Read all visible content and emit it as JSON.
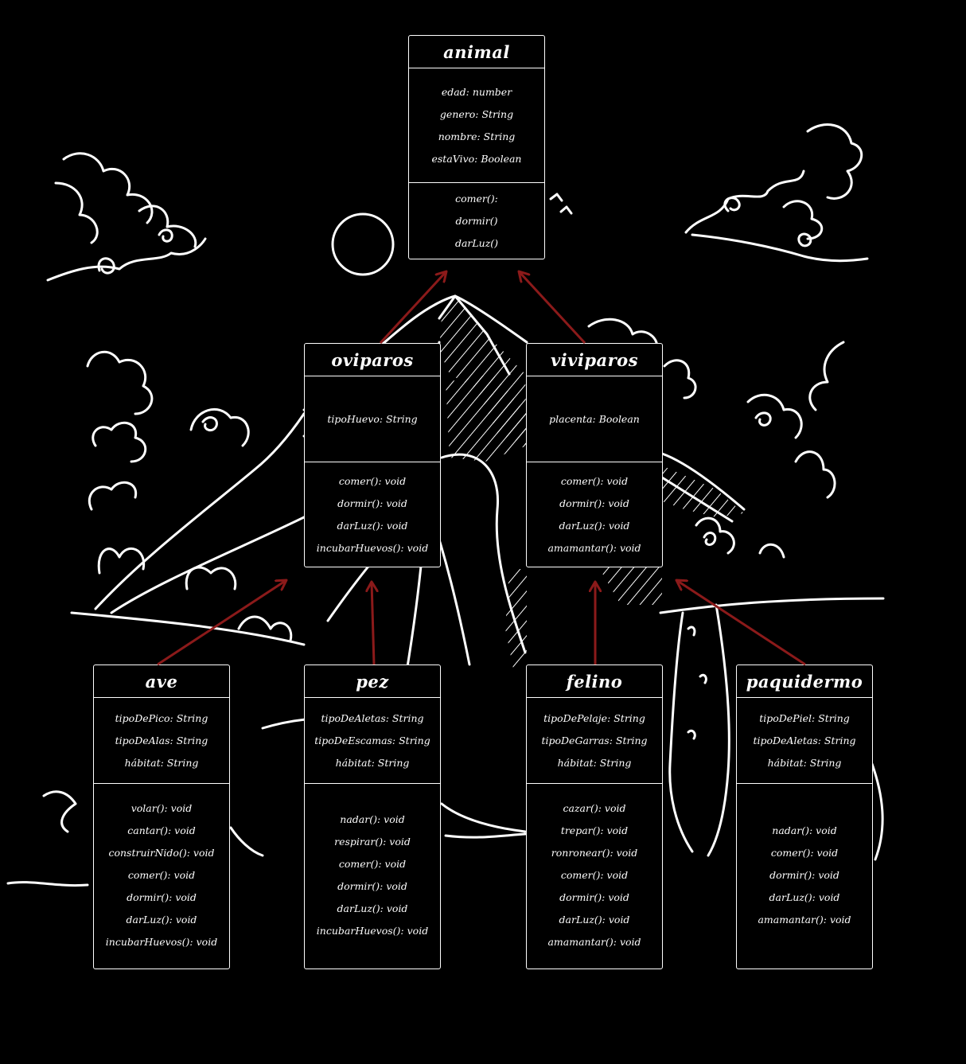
{
  "diagram": {
    "classes": {
      "animal": {
        "name": "animal",
        "attributes": [
          "edad: number",
          "genero: String",
          "nombre: String",
          "estaVivo: Boolean"
        ],
        "methods": [
          "comer():",
          "dormir()",
          "darLuz()"
        ]
      },
      "oviparos": {
        "name": "oviparos",
        "attributes": [
          "tipoHuevo: String"
        ],
        "methods": [
          "comer(): void",
          "dormir(): void",
          "darLuz(): void",
          "incubarHuevos(): void"
        ]
      },
      "viviparos": {
        "name": "viviparos",
        "attributes": [
          "placenta: Boolean"
        ],
        "methods": [
          "comer(): void",
          "dormir(): void",
          "darLuz(): void",
          "amamantar(): void"
        ]
      },
      "ave": {
        "name": "ave",
        "attributes": [
          "tipoDePico: String",
          "tipoDeAlas: String",
          "hábitat: String"
        ],
        "methods": [
          "volar(): void",
          "cantar(): void",
          "construirNido(): void",
          "comer(): void",
          "dormir(): void",
          "darLuz(): void",
          "incubarHuevos(): void"
        ]
      },
      "pez": {
        "name": "pez",
        "attributes": [
          "tipoDeAletas: String",
          "tipoDeEscamas: String",
          "hábitat: String"
        ],
        "methods": [
          "nadar(): void",
          "respirar(): void",
          "comer(): void",
          "dormir(): void",
          "darLuz(): void",
          "incubarHuevos(): void"
        ]
      },
      "felino": {
        "name": "felino",
        "attributes": [
          "tipoDePelaje: String",
          "tipoDeGarras: String",
          "hábitat: String"
        ],
        "methods": [
          "cazar(): void",
          "trepar(): void",
          "ronronear(): void",
          "comer(): void",
          "dormir(): void",
          "darLuz(): void",
          "amamantar(): void"
        ]
      },
      "paquidermo": {
        "name": "paquidermo",
        "attributes": [
          "tipoDePiel: String",
          "tipoDeAletas: String",
          "hábitat: String"
        ],
        "methods": [
          "nadar(): void",
          "comer(): void",
          "dormir(): void",
          "darLuz(): void",
          "amamantar(): void"
        ]
      }
    },
    "inheritance": [
      {
        "from": "oviparos",
        "to": "animal"
      },
      {
        "from": "viviparos",
        "to": "animal"
      },
      {
        "from": "ave",
        "to": "oviparos"
      },
      {
        "from": "pez",
        "to": "oviparos"
      },
      {
        "from": "felino",
        "to": "viviparos"
      },
      {
        "from": "paquidermo",
        "to": "viviparos"
      }
    ],
    "colors": {
      "background": "#000000",
      "line": "#ffffff",
      "arrow": "#8b1a1a"
    }
  }
}
